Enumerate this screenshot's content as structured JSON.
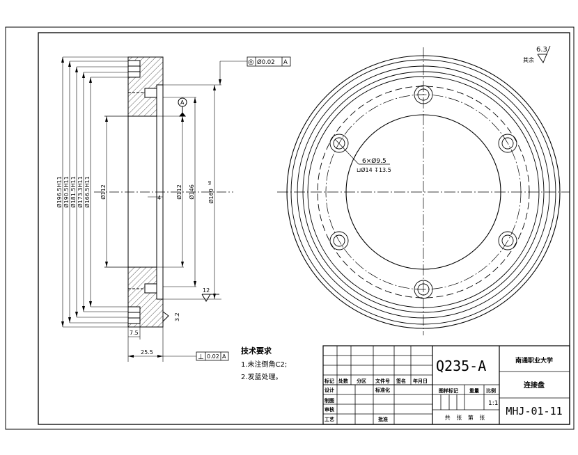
{
  "drawing": {
    "material": "Q235-A",
    "school": "南通职业大学",
    "part_name": "连接盘",
    "drawing_number": "MHJ-01-11",
    "scale": "1:1",
    "sheet_note": "共 张 第 张",
    "surface_finish": {
      "value": "6.3",
      "label": "其余"
    },
    "tech_requirements": {
      "title": "技术要求",
      "items": [
        "1.未注倒角C2;",
        "2.发蓝处理。"
      ]
    },
    "title_block_labels": {
      "mark": "标记",
      "count": "处数",
      "zone": "分区",
      "doc_no": "文件号",
      "sign": "签名",
      "date": "年月日",
      "design": "设计",
      "standardize": "标准化",
      "draw": "制图",
      "audit": "审核",
      "process": "工艺",
      "approve": "批准",
      "stage_mark": "图样标记",
      "weight": "重量",
      "ratio": "比例"
    },
    "dimensions": {
      "d1": "Ø196.5H11",
      "d2": "Ø190.5H11",
      "d3": "Ø181.5H11",
      "d4": "Ø173.3H11",
      "d5": "Ø166.5H11",
      "d6": "Ø112",
      "d7": "Ø112",
      "d8": "Ø146",
      "d9": "Ø160",
      "d9_tol": "h8",
      "d10": "4",
      "d11": "7.5",
      "d12": "25.5",
      "d13": "3.2",
      "d14": "12",
      "holes": "6×Ø9.5",
      "cbore": "⊔Ø14 ↧13.5"
    },
    "gdt": {
      "concentricity": {
        "symbol": "◎",
        "value": "Ø0.02",
        "datum": "A"
      },
      "perpendicularity": {
        "symbol": "⊥",
        "value": "0.02",
        "datum": "A"
      },
      "datum_label": "A"
    }
  }
}
